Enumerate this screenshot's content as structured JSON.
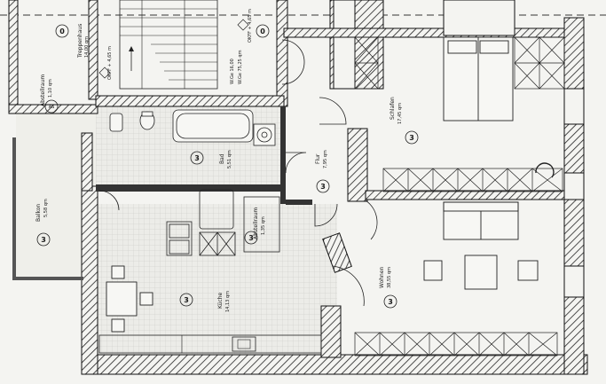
{
  "plan": {
    "rooms": [
      {
        "id": "treppenhaus",
        "name": "Treppenhaus",
        "area": "14,00 qm",
        "number": "0"
      },
      {
        "id": "abstellraum_a",
        "name": "Abstellraum",
        "area": "1,10 qm",
        "tag": "AS"
      },
      {
        "id": "balkon",
        "name": "Balkon",
        "area": "5,58 qm",
        "number": "3"
      },
      {
        "id": "bad",
        "name": "Bad",
        "area": "5,51 qm",
        "number": "3"
      },
      {
        "id": "flur",
        "name": "Flur",
        "area": "7,95 qm",
        "number": "3"
      },
      {
        "id": "schlafen",
        "name": "Schlafen",
        "area": "17,45 qm",
        "number": "3"
      },
      {
        "id": "abstellraum_b",
        "name": "Abstellraum",
        "area": "1,35 qm",
        "number": "3"
      },
      {
        "id": "kueche",
        "name": "Küche",
        "area": "14,13 qm",
        "number": "3"
      },
      {
        "id": "wohnen",
        "name": "Wohnen",
        "area": "38,55 qm",
        "number": "3"
      }
    ],
    "neighbors": [
      {
        "id": "n1",
        "text": "W.Ge 75,25 qm",
        "number": "0"
      },
      {
        "id": "n2",
        "text": "W.Ge 16,00",
        "number": ""
      }
    ],
    "marks": {
      "okff_upper": "OKFF + 4,65 m",
      "okff_lower": "OKFF + 4,65 m"
    }
  }
}
